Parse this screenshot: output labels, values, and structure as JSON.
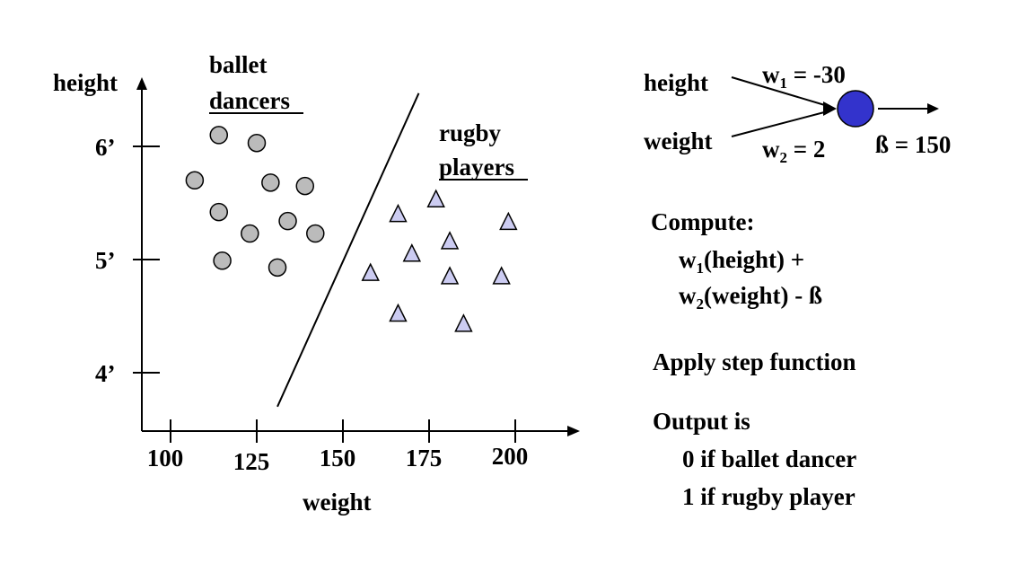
{
  "scatter": {
    "y_axis_label": "height",
    "x_axis_label": "weight",
    "y_ticks": [
      {
        "value": 6,
        "label": "6’"
      },
      {
        "value": 5,
        "label": "5’"
      },
      {
        "value": 4,
        "label": "4’"
      }
    ],
    "x_ticks": [
      {
        "value": 100,
        "label": "100"
      },
      {
        "value": 125,
        "label": "125"
      },
      {
        "value": 150,
        "label": "150"
      },
      {
        "value": 175,
        "label": "175"
      },
      {
        "value": 200,
        "label": "200"
      }
    ],
    "ballet_label_line1": "ballet",
    "ballet_label_line2": "dancers",
    "rugby_label_line1": "rugby",
    "rugby_label_line2": "players",
    "ballet_color": "#bbbbbb",
    "rugby_color": "#ccccf2",
    "ballet_points": [
      [
        114,
        6.1
      ],
      [
        125,
        6.03
      ],
      [
        107,
        5.7
      ],
      [
        129,
        5.68
      ],
      [
        139,
        5.65
      ],
      [
        114,
        5.42
      ],
      [
        123,
        5.23
      ],
      [
        134,
        5.34
      ],
      [
        142,
        5.23
      ],
      [
        115,
        4.99
      ],
      [
        131,
        4.93
      ]
    ],
    "rugby_points": [
      [
        166,
        5.4
      ],
      [
        177,
        5.53
      ],
      [
        198,
        5.33
      ],
      [
        170,
        5.05
      ],
      [
        181,
        5.16
      ],
      [
        158,
        4.88
      ],
      [
        181,
        4.85
      ],
      [
        196,
        4.85
      ],
      [
        166,
        4.52
      ],
      [
        185,
        4.43
      ]
    ],
    "separator": [
      [
        131,
        3.7
      ],
      [
        172,
        6.47
      ]
    ]
  },
  "perceptron": {
    "input1": "height",
    "input2": "weight",
    "w1_label": "w",
    "w1_sub": "1",
    "w1_value": " = -30",
    "w2_label": "w",
    "w2_sub": "2",
    "w2_value": " = 2",
    "bias": "ß = 150",
    "node_color": "#3333cc"
  },
  "instructions": {
    "compute": "Compute:",
    "line1_w": "w",
    "line1_sub": "1",
    "line1_rest": "(height) +",
    "line2_w": "w",
    "line2_sub": "2",
    "line2_rest": "(weight) - ß",
    "step": "Apply step function",
    "output": "Output is",
    "out0": "0 if ballet dancer",
    "out1": "1 if rugby player"
  }
}
